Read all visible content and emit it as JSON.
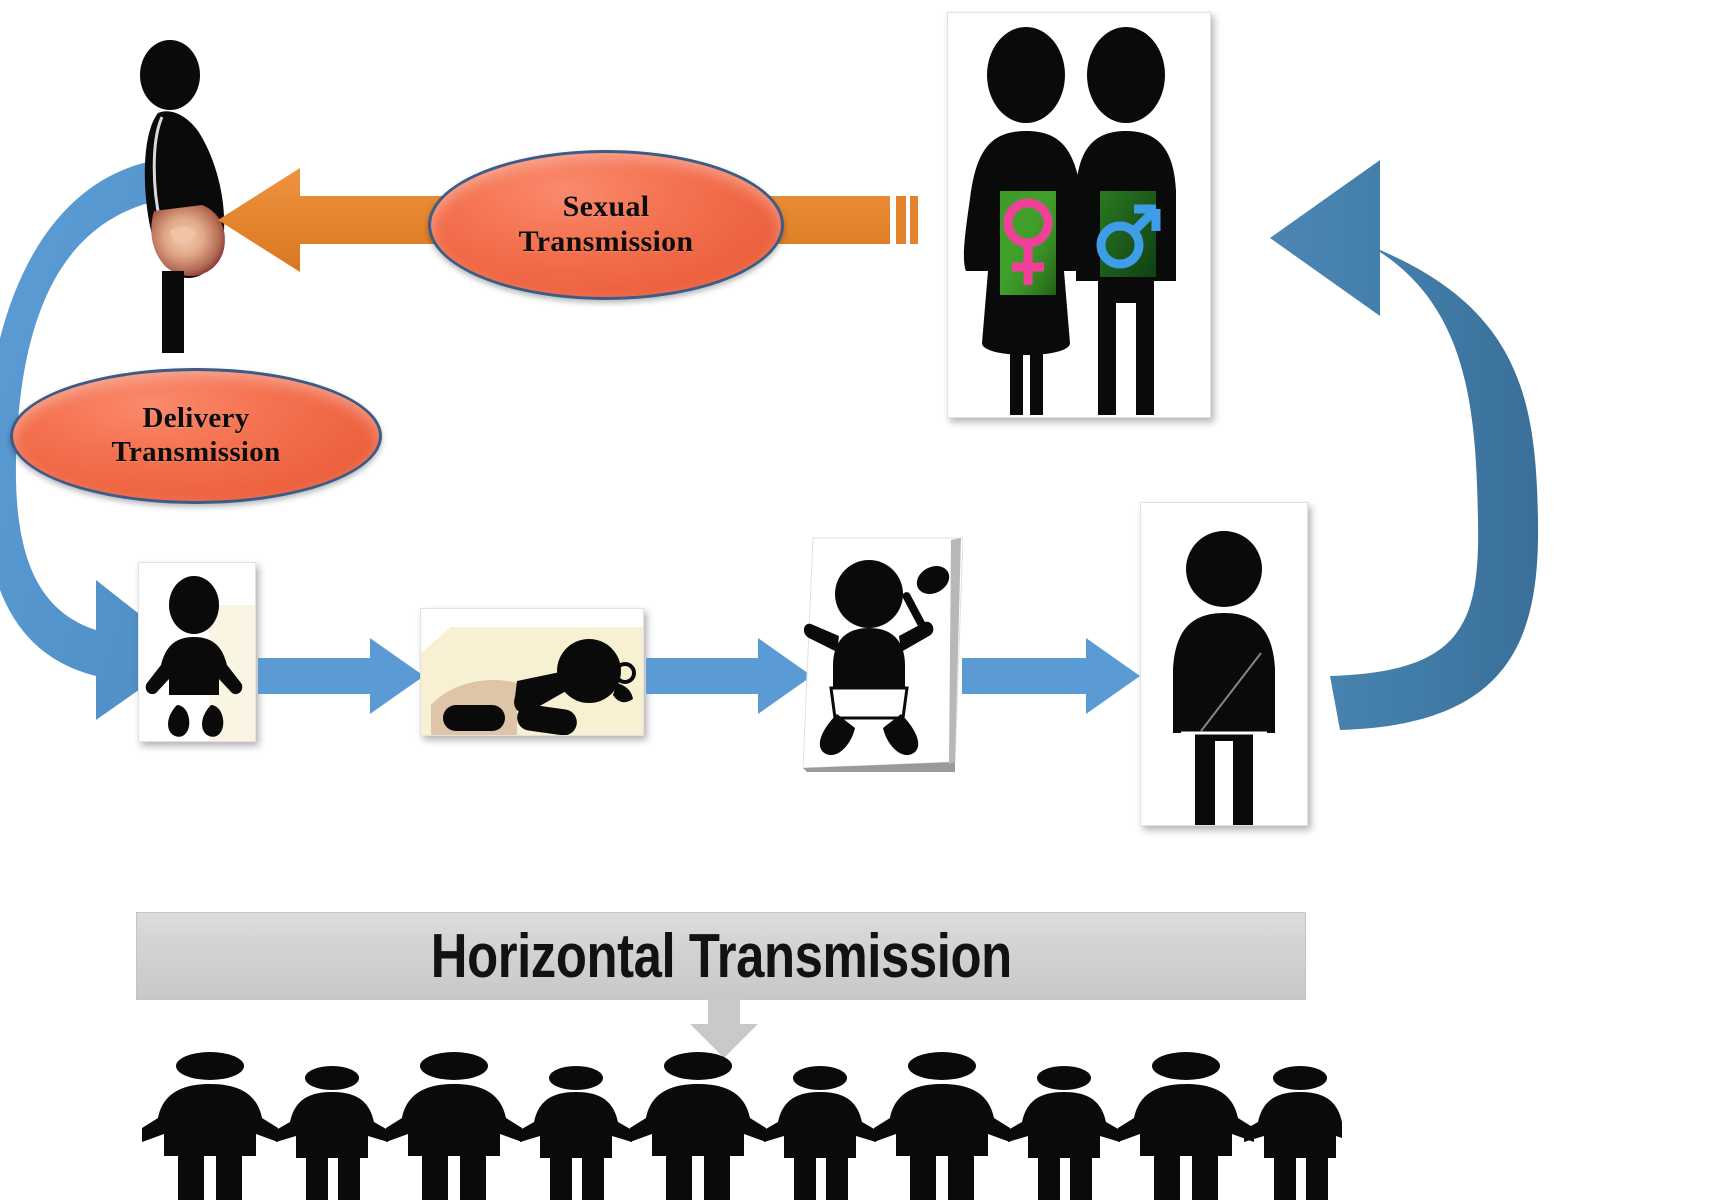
{
  "diagram": {
    "title": "Transmission cycle diagram",
    "background": "#ffffff"
  },
  "callouts": [
    {
      "id": "sexual-transmission",
      "line1": "Sexual",
      "line2": "Transmission",
      "fill": "#ef6143",
      "stroke": "#3b5c87"
    },
    {
      "id": "delivery-transmission",
      "line1": "Delivery",
      "line2": "Transmission",
      "fill": "#ef6143",
      "stroke": "#3b5c87"
    }
  ],
  "banner": {
    "label": "Horizontal Transmission",
    "fill": "#d2d2d2",
    "text_color": "#121212"
  },
  "nodes": [
    {
      "id": "pregnant-woman",
      "label": "pregnant-woman-icon"
    },
    {
      "id": "couple",
      "label": "adult-couple-icon",
      "female_symbol": "♀",
      "male_symbol": "♂",
      "female_symbol_color": "#f0409a",
      "male_symbol_color": "#3d9de8",
      "panel_color": "#2f7d1f"
    },
    {
      "id": "newborn",
      "label": "newborn-baby-icon"
    },
    {
      "id": "crawling-baby",
      "label": "crawling-baby-icon"
    },
    {
      "id": "toddler",
      "label": "toddler-with-rattle-icon"
    },
    {
      "id": "adult",
      "label": "adult-person-icon"
    },
    {
      "id": "crowd",
      "label": "crowd-holding-hands-icon",
      "count": 11
    }
  ],
  "arrows": [
    {
      "id": "sexual-arrow",
      "direction": "left",
      "color": "#e3842c"
    },
    {
      "id": "delivery-arrow",
      "direction": "curve-down-left",
      "color": "#5b9bd5"
    },
    {
      "id": "newborn-to-crawling-arrow",
      "direction": "right",
      "color": "#5b9bd5"
    },
    {
      "id": "crawling-to-toddler-arrow",
      "direction": "right",
      "color": "#5b9bd5"
    },
    {
      "id": "toddler-to-adult-arrow",
      "direction": "right",
      "color": "#5b9bd5"
    },
    {
      "id": "adult-to-couple-arrow",
      "direction": "curve-up-right",
      "color": "#447ca8"
    },
    {
      "id": "banner-down-arrow",
      "direction": "down",
      "color": "#c9c9c9"
    }
  ],
  "colors": {
    "orange": "#e3842c",
    "orange_ellipse": "#ef6143",
    "blue_arrow": "#5b9bd5",
    "blue_curve": "#447ca8",
    "silhouette": "#0a0a0a",
    "banner_gray": "#d2d2d2",
    "outline_blue": "#3b5c87"
  }
}
